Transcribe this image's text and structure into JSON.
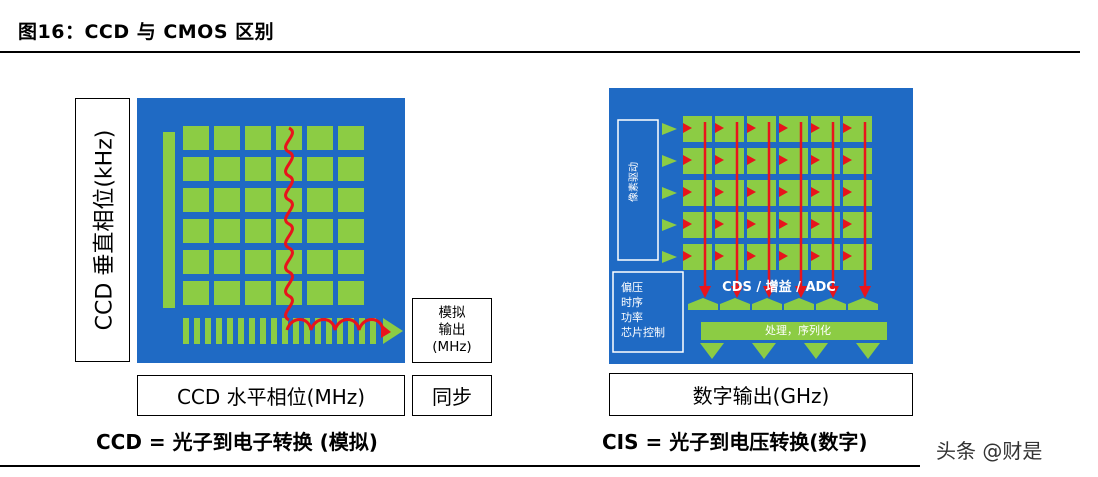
{
  "figure": {
    "title": "图16：CCD 与 CMOS 区别"
  },
  "ccd": {
    "vertical_label": "CCD 垂直相位(kHz)",
    "horizontal_label": "CCD 水平相位(MHz)",
    "analog_output_line1": "模拟",
    "analog_output_line2": "输出",
    "analog_output_line3": "(MHz)",
    "sync_label": "同步",
    "caption": "CCD = 光子到电子转换 (模拟)"
  },
  "cis": {
    "pixel_driver_label": "像素驱动",
    "control_line1": "偏压",
    "control_line2": "时序",
    "control_line3": "功率",
    "control_line4": "芯片控制",
    "adc_label": "CDS /  增益  / ADC",
    "serializer_label": "处理，序列化",
    "digital_output_label": "数字输出(GHz)",
    "caption": "CIS = 光子到电压转换(数字)"
  },
  "watermark": "头条 @财是",
  "colors": {
    "panel_blue": "#1f6ac4",
    "pixel_green": "#8ccc44",
    "signal_red": "#e8141c",
    "white": "#ffffff"
  }
}
